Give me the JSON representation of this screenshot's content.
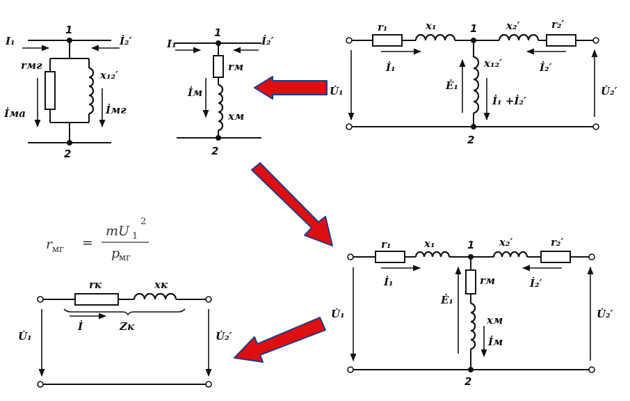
{
  "colors": {
    "arrow_fill": "#dd0f0f",
    "arrow_stroke": "#1f3a8a",
    "ink": "#111111"
  },
  "panel_tl": {
    "node_top": "1",
    "node_bottom": "2",
    "current_left": "I₁",
    "current_right": "İ₂′",
    "r_label": "rмг",
    "x_label": "x₁₂′",
    "i_left": "İма",
    "i_right": "İмг"
  },
  "panel_tm": {
    "node_top": "1",
    "node_bottom": "2",
    "current_left": "I₁",
    "current_right": "İ₂′",
    "r_label": "rм",
    "x_label": "xм",
    "i_label": "İм"
  },
  "panel_tr": {
    "r1": "r₁",
    "x1": "x₁",
    "node_top": "1",
    "node_bottom": "2",
    "x2": "x₂′",
    "r2": "r₂′",
    "i1": "İ₁",
    "i2": "İ₂′",
    "xm": "x₁₂′",
    "e1": "Ė₁",
    "sum": "İ₁ +İ₂′",
    "u1": "U̇₁",
    "u2": "U̇₂′"
  },
  "formula": {
    "lhs": "r",
    "lhs_sub": "мг",
    "eq": "=",
    "num": "mU",
    "num_sub": "1",
    "num_sup": "2",
    "den": "p",
    "den_sub": "мг"
  },
  "panel_bl": {
    "rk": "rк",
    "xk": "xк",
    "i": "İ",
    "zk": "Zк",
    "u1": "U̇₁",
    "u2": "U̇₂′"
  },
  "panel_br": {
    "r1": "r₁",
    "x1": "x₁",
    "node_top": "1",
    "node_bottom": "2",
    "x2": "x₂′",
    "r2": "r₂′",
    "i1": "İ₁",
    "i2": "İ₂′",
    "rm": "rм",
    "xm": "xм",
    "im": "İм",
    "e1": "Ė₁",
    "u1": "U̇₁",
    "u2": "U̇₂′"
  }
}
